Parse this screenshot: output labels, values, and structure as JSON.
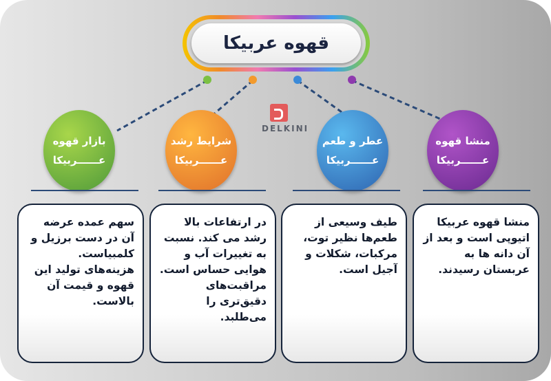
{
  "title": "قهوه عربیکا",
  "logo": {
    "text": "DELKINI"
  },
  "colors": {
    "green": "#7cc043",
    "orange": "#f39a2c",
    "blue": "#3b8ad8",
    "purple": "#8e3aae",
    "line": "#2b4a78"
  },
  "topics": [
    {
      "line1": "منشا قهوه",
      "line2": "عــــــربیکا",
      "text": "منشا قهوه عربیکا اتیوپی است و بعد از آن دانه ها به عربستان رسیدند."
    },
    {
      "line1": "عطر و طعم",
      "line2": "عــــــربیکا",
      "text": "طیف وسیعی از طعم‌ها نظیر توت، مرکبات، شکلات و آجیل است."
    },
    {
      "line1": "شرایط رشد",
      "line2": "عــــــربیکا",
      "text": "در ارتفاعات بالا رشد می کند. نسبت به تغییرات آب و هوایی حساس است. مراقبت‌های دقیق‌تری را می‌طلبد."
    },
    {
      "line1": "بازار قهوه",
      "line2": "عــــــربیکا",
      "text": "سهم عمده عرضه آن در دست برزیل و کلمبیاست. هزینه‌های تولید این قهوه و قیمت آن بالاست."
    }
  ]
}
